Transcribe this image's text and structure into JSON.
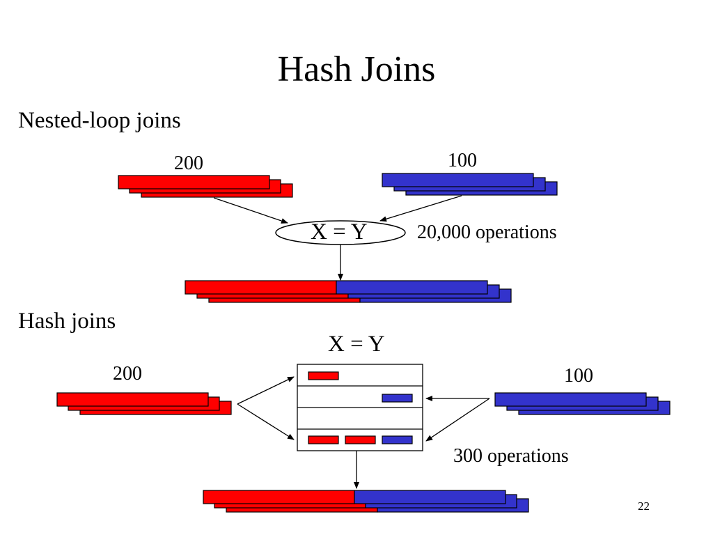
{
  "slide": {
    "title": "Hash Joins",
    "page_number": "22"
  },
  "nested_loop": {
    "heading": "Nested-loop joins",
    "left_count": "200",
    "right_count": "100",
    "condition": "X = Y",
    "operations": "20,000 operations"
  },
  "hash": {
    "heading": "Hash joins",
    "condition": "X = Y",
    "left_count": "200",
    "right_count": "100",
    "operations": "300 operations"
  },
  "colors": {
    "red": "#ff0000",
    "blue": "#3333cc",
    "stroke": "#000000"
  }
}
